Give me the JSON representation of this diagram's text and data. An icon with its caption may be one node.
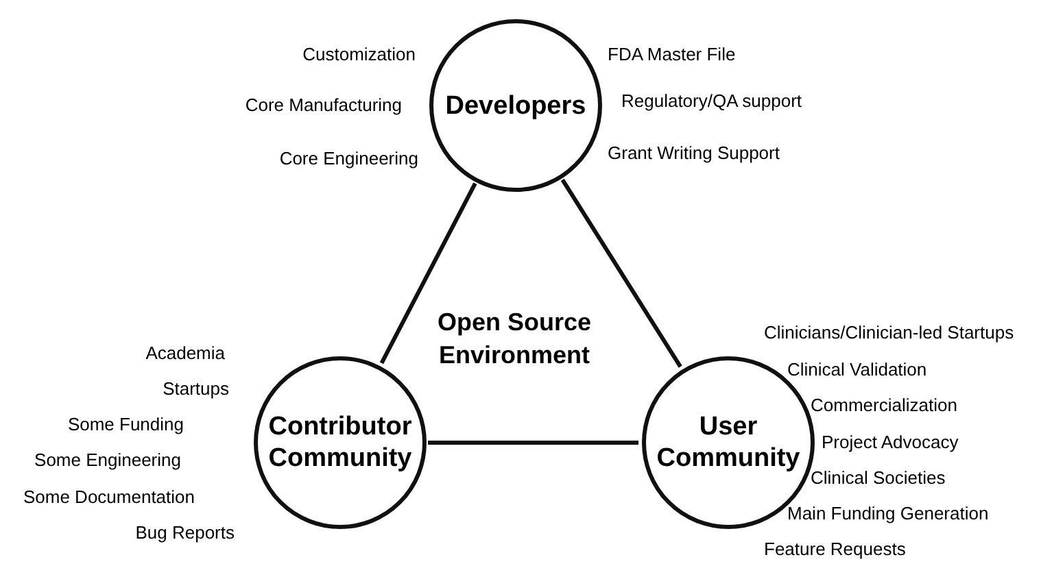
{
  "diagram": {
    "nodes": [
      {
        "text": [
          "Developers"
        ],
        "beside": [
          "Customization",
          "Core Manufacturing",
          "Core Engineering",
          "FDA Master File",
          "Regulatory/QA support",
          "Grant Writing Support"
        ]
      },
      {
        "text": [
          "Contributor Community"
        ],
        "beside": [
          "Academia",
          "Startups",
          "Some Funding",
          "Some Engineering",
          "Some Documentation",
          "Bug Reports"
        ]
      },
      {
        "text": [
          "User Community"
        ],
        "beside": [
          "Clinicians/Clinician-led Startups",
          "Clinical Validation",
          "Commercialization",
          "Project Advocacy",
          "Clinical Societies",
          "Main Funding Generation",
          "Feature Requests"
        ]
      }
    ],
    "edges": [
      {
        "from": 0,
        "to": 1,
        "arrow": "none"
      },
      {
        "from": 0,
        "to": 2,
        "arrow": "none"
      },
      {
        "from": 1,
        "to": 2,
        "arrow": "none"
      }
    ],
    "labels": [
      "Open Source Environment"
    ]
  }
}
